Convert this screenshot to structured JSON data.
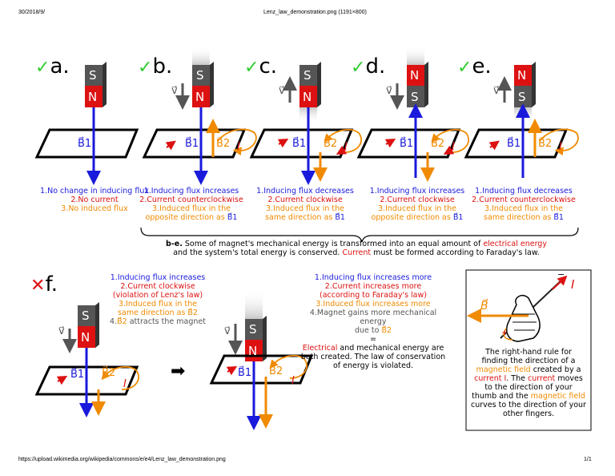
{
  "header": {
    "date": "30/2018/9/",
    "title": "Lenz_law_demonstration.png (1191×800)"
  },
  "footer": {
    "url": "https://upload.wikimedia.org/wikipedia/commons/e/e4/Lenz_law_demonstration.png",
    "page": "1/1"
  },
  "symbols": {
    "check": "✓",
    "cross": "✕",
    "arrow": "➡",
    "v": "v⃗",
    "B1": "B⃗1",
    "B2": "B⃗2",
    "B": "B⃗",
    "I": "I",
    "S": "S",
    "N": "N",
    "minus": "−",
    "plus": "+"
  },
  "panels": {
    "a": {
      "letter": "a.",
      "l1": "1.No change in inducing flux",
      "l2": "2.No current",
      "l3": "3.No induced flux"
    },
    "b": {
      "letter": "b.",
      "l1": "1.Inducing flux increases",
      "l2": "2.Current counterclockwise",
      "l3a": "3.Induced flux in the",
      "l3b": "opposite direction as"
    },
    "c": {
      "letter": "c.",
      "l1": "1.Inducing flux decreases",
      "l2": "2.Current clockwise",
      "l3a": "3.Induced flux in the",
      "l3b": "same direction as"
    },
    "d": {
      "letter": "d.",
      "l1": "1.Inducing flux increases",
      "l2": "2.Current clockwise",
      "l3a": "3.Induced flux in the",
      "l3b": "opposite direction as"
    },
    "e": {
      "letter": "e.",
      "l1": "1.Inducing flux decreases",
      "l2": "2.Current counterclockwise",
      "l3a": "3.Induced flux in the",
      "l3b": "same direction as"
    },
    "f": {
      "letter": "f.",
      "l1": "1.Inducing flux increases",
      "l2a": "2.Current clockwise",
      "l2b": "(violation of Lenz's law)",
      "l3a": "3.Induced flux in the",
      "l3b": "same direction as",
      "l4": "attracts the magnet"
    }
  },
  "summary_be": {
    "prefix": "b-e.",
    "t1": "Some of magnet's mechanical energy is transformed into an equal amount of",
    "t2": "electrical energy",
    "t3": "and the system's total energy is conserved.",
    "t4": "Current",
    "t5": "must be formed according to Faraday's law."
  },
  "f_result": {
    "l1": "1.Inducing flux increases more",
    "l2a": "2.Current increases more",
    "l2b": "(according to Faraday's law)",
    "l3": "3.Induced flux increases more",
    "l4a": "4.Magnet gains more mechanical energy",
    "l4b": "due to",
    "eq": "=",
    "e1": "Electrical",
    "e2": "and mechanical energy are",
    "e3": "both created. The law of conservation",
    "e4": "of energy is violated."
  },
  "rhr": {
    "a": "The right-hand rule for",
    "b": "finding the direction of a",
    "c": "magnetic field",
    "d": "created by a",
    "e": "current I",
    "f": ". The",
    "g": "current",
    "h": "moves",
    "i": "to the direction of your",
    "j": "thumb and the",
    "k": "magnetic field",
    "l": "curves to the direction of your",
    "m": "other fingers."
  },
  "colors": {
    "blue": "#1a1adc",
    "red": "#dd1111",
    "orange": "#f08a00",
    "magnet_gray": "#555555",
    "check_green": "#33cc33"
  }
}
